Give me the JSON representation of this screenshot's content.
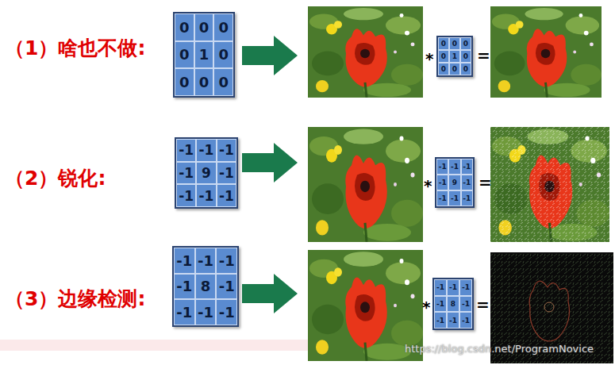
{
  "diagram": {
    "nodes": [
      {
        "text": [
          "0",
          "0",
          "0",
          "0",
          "1",
          "0",
          "0",
          "0",
          "0"
        ]
      },
      {
        "text": [
          "0",
          "0",
          "0",
          "0",
          "1",
          "0",
          "0",
          "0",
          "0"
        ]
      },
      {
        "text": [
          "-1",
          "-1",
          "-1",
          "-1",
          "9",
          "-1",
          "-1",
          "-1",
          "-1"
        ]
      },
      {
        "text": [
          "-1",
          "-1",
          "-1",
          "-1",
          "9",
          "-1",
          "-1",
          "-1",
          "-1"
        ]
      },
      {
        "text": [
          "-1",
          "-1",
          "-1",
          "-1",
          "8",
          "-1",
          "-1",
          "-1",
          "-1"
        ]
      },
      {
        "text": [
          "-1",
          "-1",
          "-1",
          "-1",
          "8",
          "-1",
          "-1",
          "-1",
          "-1"
        ]
      }
    ],
    "labels": [
      "（1）啥也不做:",
      "*",
      "=",
      "（2）锐化:",
      "*",
      "=",
      "（3）边缘检测:",
      "*",
      "=",
      "https://blog.csdn.net/ProgramNovice"
    ]
  }
}
